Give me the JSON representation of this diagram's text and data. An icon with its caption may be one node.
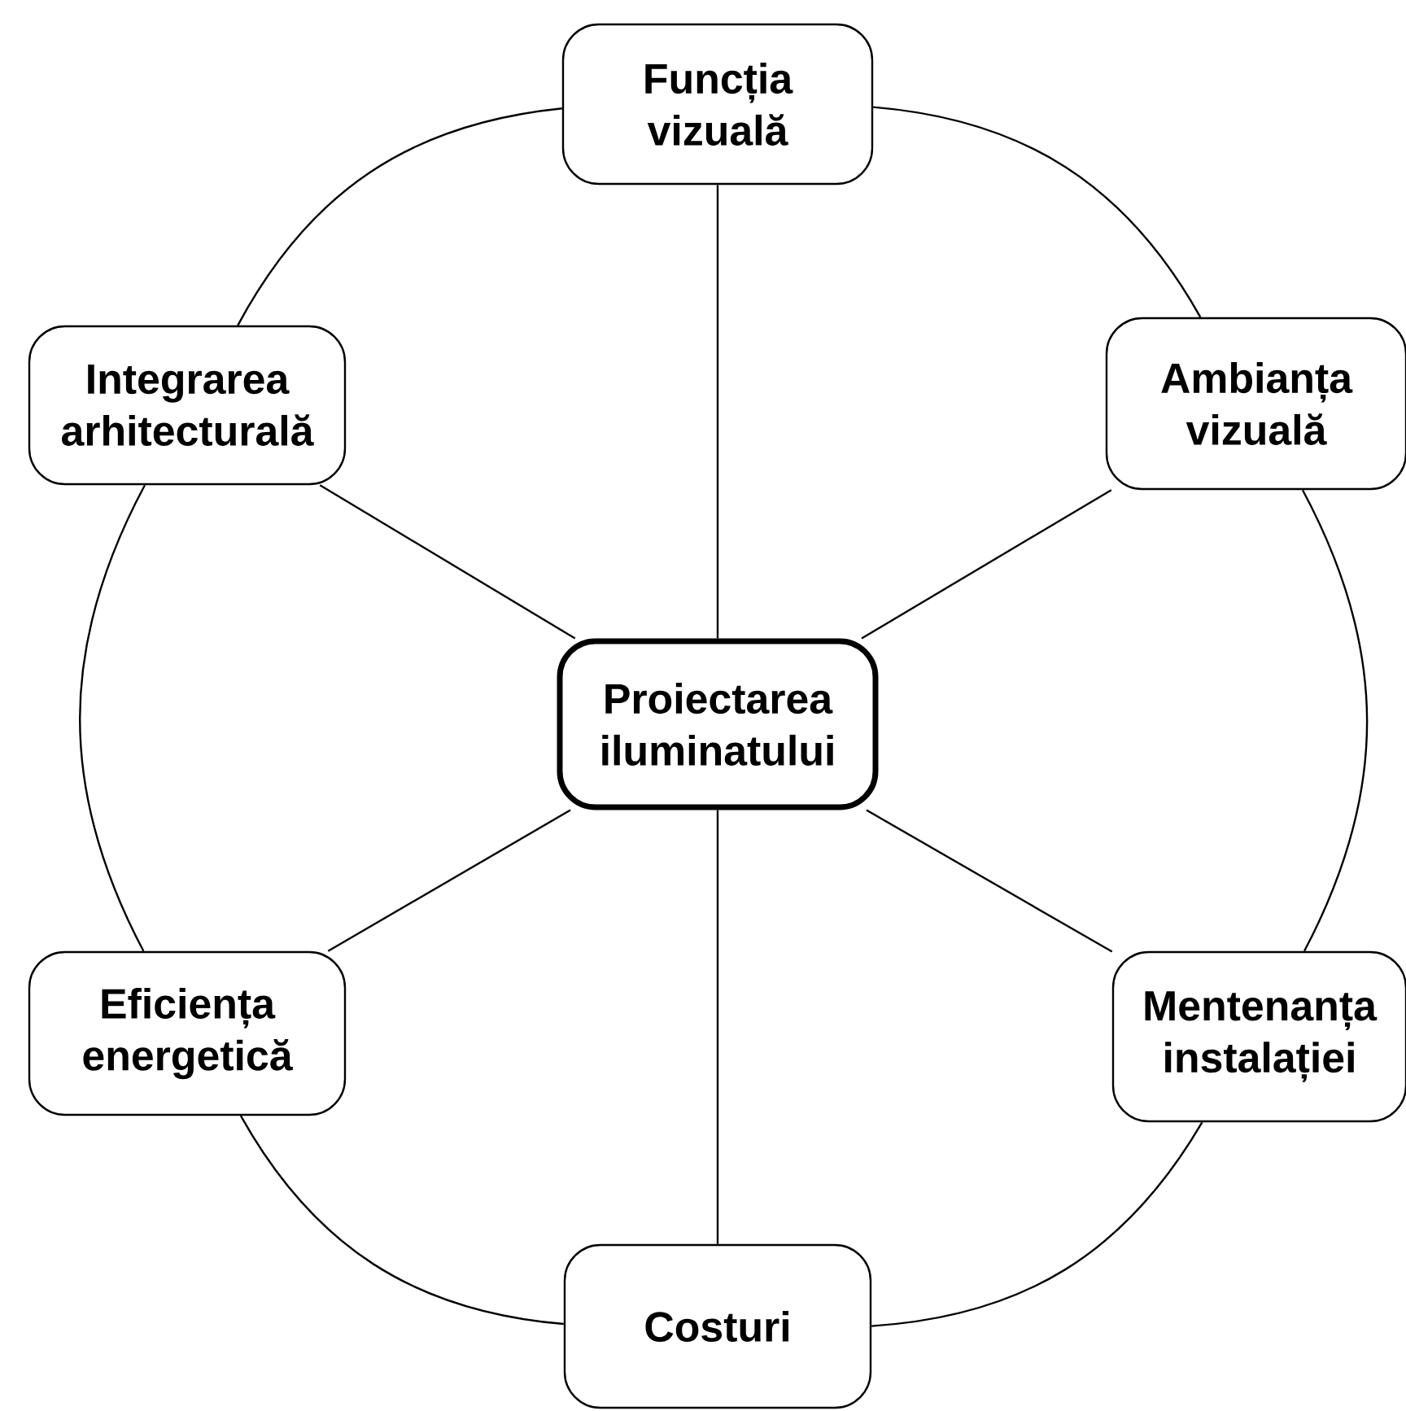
{
  "diagram": {
    "nodes": [
      {
        "text": [
          "Funcția vizuală"
        ]
      },
      {
        "text": [
          "Integrarea arhitecturală"
        ]
      },
      {
        "text": [
          "Ambianța vizuală"
        ]
      },
      {
        "text": [
          "Proiectarea iluminatului"
        ]
      },
      {
        "text": [
          "Eficiența energetică"
        ]
      },
      {
        "text": [
          "Mentenanța instalației"
        ]
      },
      {
        "text": [
          "Costuri"
        ]
      }
    ],
    "edges": [
      {
        "from": 3,
        "to": 0,
        "arrow": "none"
      },
      {
        "from": 3,
        "to": 1,
        "arrow": "none"
      },
      {
        "from": 3,
        "to": 2,
        "arrow": "none"
      },
      {
        "from": 3,
        "to": 4,
        "arrow": "none"
      },
      {
        "from": 3,
        "to": 5,
        "arrow": "none"
      },
      {
        "from": 3,
        "to": 6,
        "arrow": "none"
      },
      {
        "from": 0,
        "to": 2,
        "arrow": "none"
      },
      {
        "from": 2,
        "to": 5,
        "arrow": "none"
      },
      {
        "from": 5,
        "to": 6,
        "arrow": "none"
      },
      {
        "from": 6,
        "to": 4,
        "arrow": "none"
      },
      {
        "from": 4,
        "to": 1,
        "arrow": "none"
      },
      {
        "from": 1,
        "to": 0,
        "arrow": "none"
      }
    ]
  }
}
